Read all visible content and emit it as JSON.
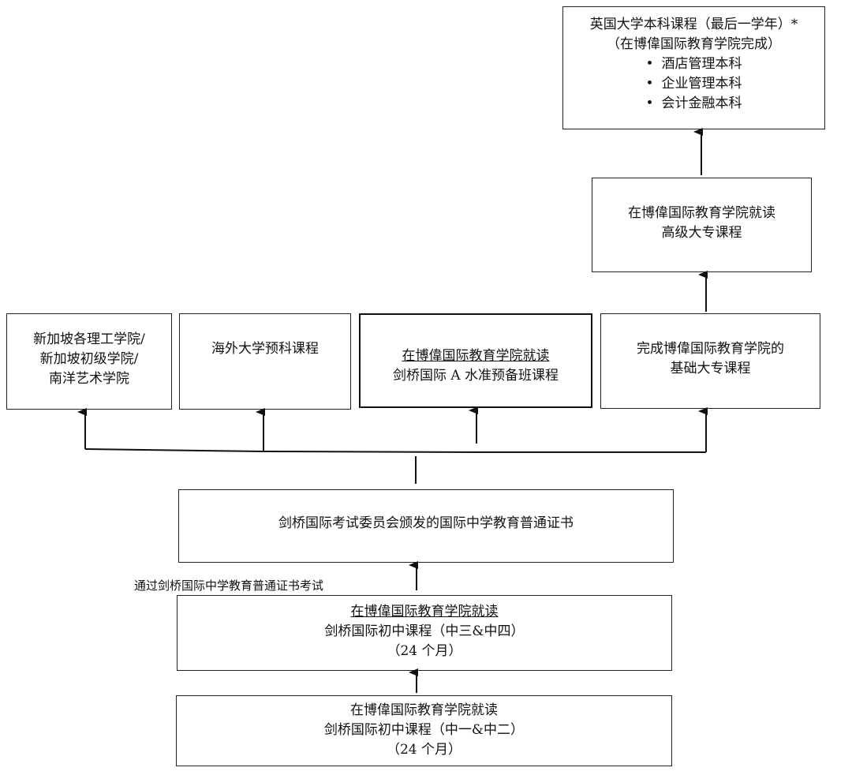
{
  "boxes": {
    "uk_degree": {
      "title": "英国大学本科课程（最后一学年）*",
      "subtitle": "（在博偉国际教育学院完成）",
      "items": [
        "酒店管理本科",
        "企业管理本科",
        "会计金融本科"
      ]
    },
    "advanced_diploma": {
      "line1": "在博偉国际教育学院就读",
      "line2": "高级大专课程"
    },
    "polytechnic": {
      "line1": "新加坡各理工学院/",
      "line2": "新加坡初级学院/",
      "line3": "南洋艺术学院"
    },
    "overseas_foundation": {
      "line1": "海外大学预科课程"
    },
    "a_level": {
      "line1": "在博偉国际教育学院就读",
      "line2": "剑桥国际 A 水准预备班课程"
    },
    "foundation_diploma": {
      "line1": "完成博偉国际教育学院的",
      "line2": "基础大专课程"
    },
    "igcse_cert": {
      "line1": "剑桥国际考试委员会颁发的国际中学教育普通证书"
    },
    "igcse_course": {
      "line1": "在博偉国际教育学院就读",
      "line2": "剑桥国际初中课程（中三&中四）",
      "line3": "（24 个月）"
    },
    "lower_secondary": {
      "line1": "在博偉国际教育学院就读",
      "line2": "剑桥国际初中课程（中一&中二）",
      "line3": "（24 个月）"
    }
  },
  "note": "通过剑桥国际中学教育普通证书考试",
  "colors": {
    "line": "#111111",
    "border": "#222222",
    "background": "#ffffff"
  }
}
